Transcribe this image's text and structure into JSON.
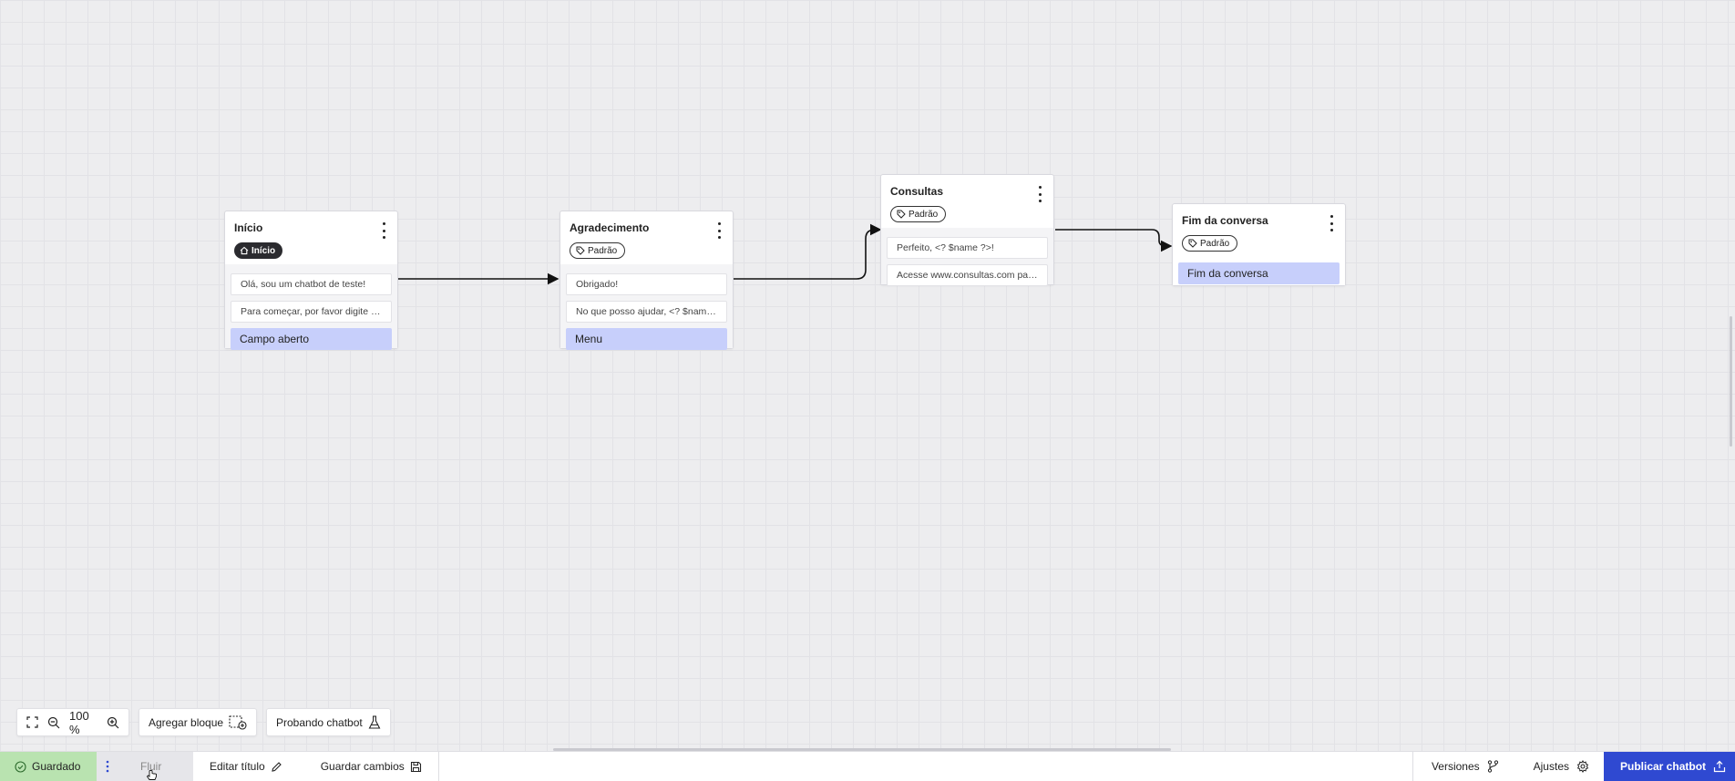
{
  "nodes": {
    "inicio": {
      "title": "Início",
      "badge": "Início",
      "messages": [
        "Olá, sou um chatbot de teste!",
        "Para começar, por favor digite o seu nome"
      ],
      "action": "Campo aberto"
    },
    "agradecimento": {
      "title": "Agradecimento",
      "badge": "Padrão",
      "messages": [
        "Obrigado!",
        "No que posso ajudar, <? $name ?>?"
      ],
      "action": "Menu"
    },
    "consultas": {
      "title": "Consultas",
      "badge": "Padrão",
      "messages": [
        "Perfeito, <? $name ?>!",
        "Acesse www.consultas.com para marcar"
      ]
    },
    "fim": {
      "title": "Fim da conversa",
      "badge": "Padrão",
      "action": "Fim da conversa"
    }
  },
  "toolbar": {
    "zoom": "100 %",
    "add_block": "Agregar bloque",
    "test_chatbot": "Probando chatbot"
  },
  "statusbar": {
    "saved": "Guardado",
    "flow": "Fluir",
    "edit_title": "Editar título",
    "save_changes": "Guardar cambios",
    "versions": "Versiones",
    "settings": "Ajustes",
    "publish": "Publicar chatbot"
  },
  "colors": {
    "accent": "#2f49d1",
    "saved_bg": "#b9e3b0",
    "action_bg": "#c7cffb"
  }
}
